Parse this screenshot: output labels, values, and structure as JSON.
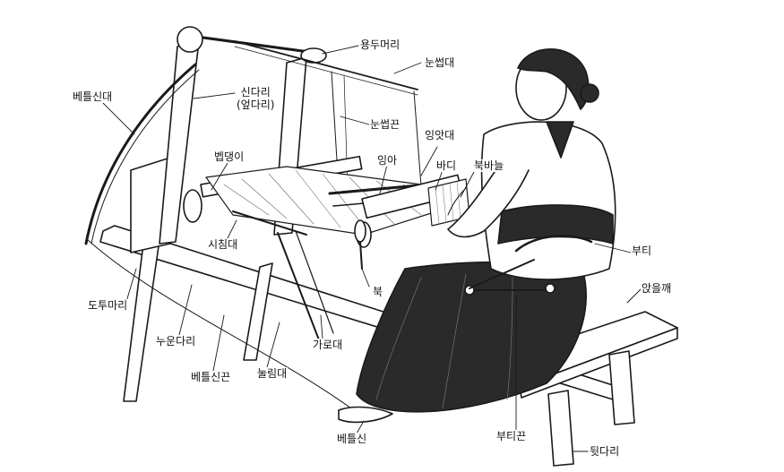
{
  "labels": {
    "yongdumeori": "용두머리",
    "nunseopdae": "눈썹대",
    "betelsindae": "베틀신대",
    "sindari": "신다리",
    "sindari_alt": "(엎다리)",
    "nunseopkkeun": "눈썹끈",
    "ingatdae": "잉앗대",
    "beopdaengi": "벱댕이",
    "ingi": "잉아",
    "badi": "바디",
    "bukbaneul": "북바늘",
    "sichimdae": "시침대",
    "buk": "북",
    "buti": "부티",
    "anjeulkkae": "앉을깨",
    "dorumari": "도투마리",
    "nuundari": "누운다리",
    "garodae": "가로대",
    "betelsinkkeun": "베틀신끈",
    "nullimdae": "눌림대",
    "betelsin": "베틀신",
    "butikkeun": "부티끈",
    "dwitdari": "뒷다리"
  },
  "colors": {
    "ink": "#1a1a1a",
    "wood_fill": "#ffffff",
    "shade": "#6b6b6b",
    "skirt": "#2a2a2a",
    "background": "#ffffff"
  }
}
